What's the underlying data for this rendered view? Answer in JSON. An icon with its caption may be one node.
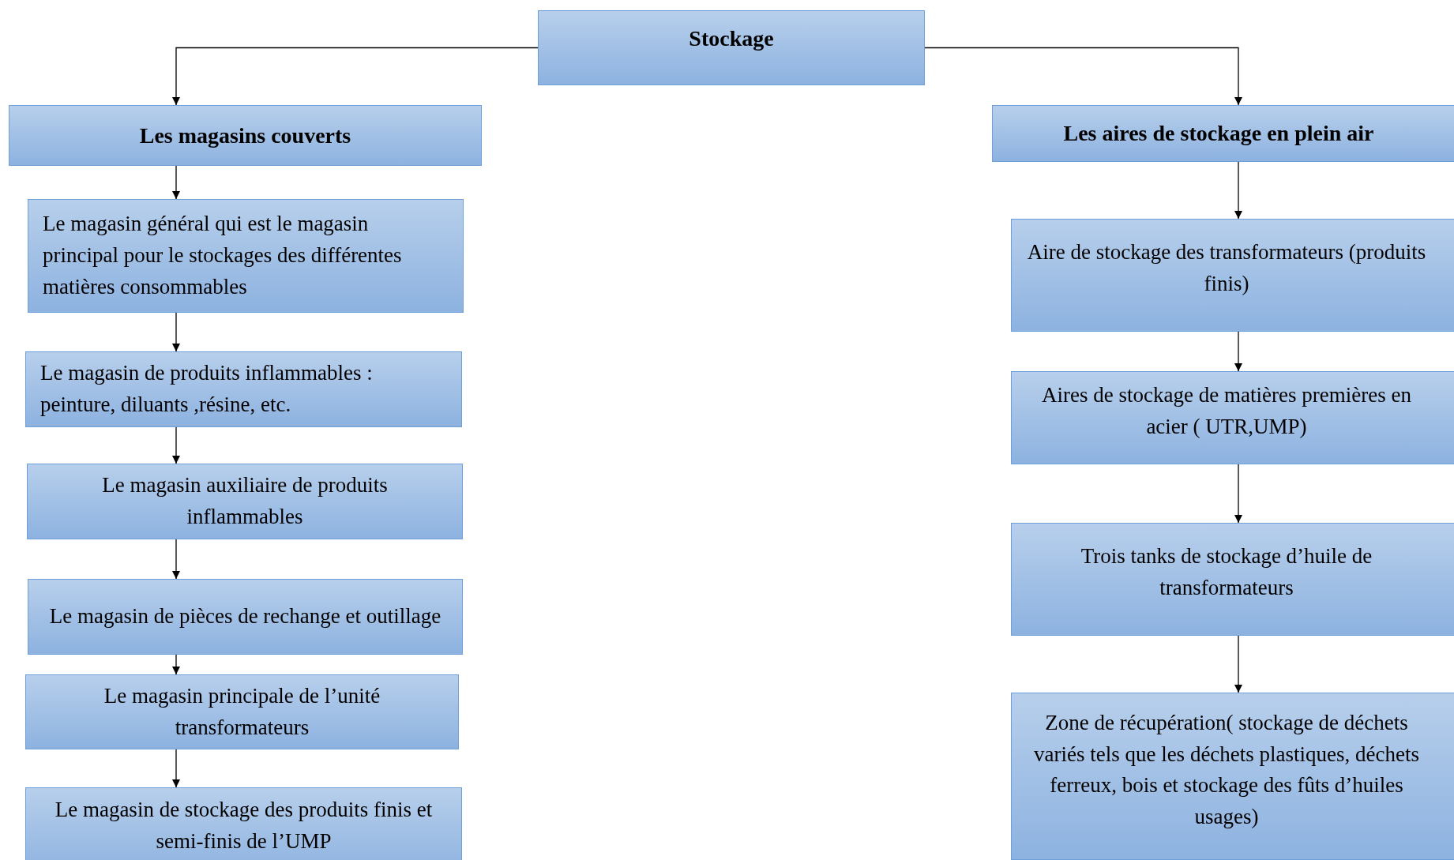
{
  "diagram": {
    "nodes": [
      {
        "text": [
          "Stockage"
        ]
      },
      {
        "text": [
          "Les magasins couverts"
        ]
      },
      {
        "text": [
          "Le magasin général qui est le magasin principal pour le stockages des différentes matières consommables"
        ]
      },
      {
        "text": [
          "Le magasin de produits inflammables : peinture, diluants ,résine, etc."
        ]
      },
      {
        "text": [
          "Le magasin auxiliaire de produits inflammables"
        ]
      },
      {
        "text": [
          "Le magasin de pièces de rechange et outillage"
        ]
      },
      {
        "text": [
          "Le magasin principale de l’unité transformateurs"
        ]
      },
      {
        "text": [
          "Le magasin de stockage des produits finis et semi-finis de l’UMP"
        ]
      },
      {
        "text": [
          "Les aires de stockage en plein air"
        ]
      },
      {
        "text": [
          "Aire de stockage des transformateurs (produits finis)"
        ]
      },
      {
        "text": [
          "Aires de stockage de matières premières en acier ( UTR,UMP)"
        ]
      },
      {
        "text": [
          "Trois tanks de stockage d’huile de transformateurs"
        ]
      },
      {
        "text": [
          "Zone de récupération( stockage de déchets variés tels que les déchets plastiques, déchets ferreux, bois et stockage des fûts d’huiles usages)"
        ]
      }
    ],
    "edges": [
      {
        "from": 0,
        "to": 1,
        "arrow": "to"
      },
      {
        "from": 1,
        "to": 2,
        "arrow": "to"
      },
      {
        "from": 2,
        "to": 3,
        "arrow": "to"
      },
      {
        "from": 3,
        "to": 4,
        "arrow": "to"
      },
      {
        "from": 4,
        "to": 5,
        "arrow": "to"
      },
      {
        "from": 5,
        "to": 6,
        "arrow": "to"
      },
      {
        "from": 6,
        "to": 7,
        "arrow": "to"
      },
      {
        "from": 0,
        "to": 8,
        "arrow": "to"
      },
      {
        "from": 8,
        "to": 9,
        "arrow": "to"
      },
      {
        "from": 9,
        "to": 10,
        "arrow": "to"
      },
      {
        "from": 10,
        "to": 11,
        "arrow": "to"
      },
      {
        "from": 11,
        "to": 12,
        "arrow": "to"
      }
    ]
  }
}
